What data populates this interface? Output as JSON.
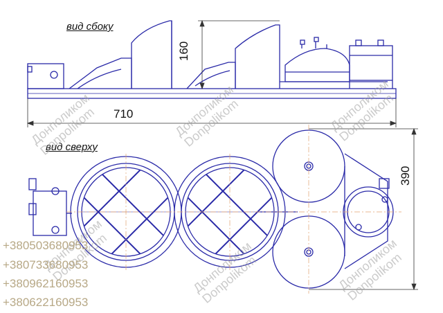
{
  "views": {
    "side_label": "вид сбоку",
    "top_label": "вид сверху"
  },
  "dimensions": {
    "length": "710",
    "height": "160",
    "width": "390"
  },
  "watermark": {
    "line1": "Донполиком",
    "line2": "Donpolikom"
  },
  "phones": [
    "+380503680953",
    "+380733680953",
    "+380962160953",
    "+380622160953"
  ],
  "colors": {
    "outline": "#2a2aa8",
    "dimension": "#333333",
    "phone_text": "#b7a886",
    "watermark": "#a0a0a0"
  }
}
